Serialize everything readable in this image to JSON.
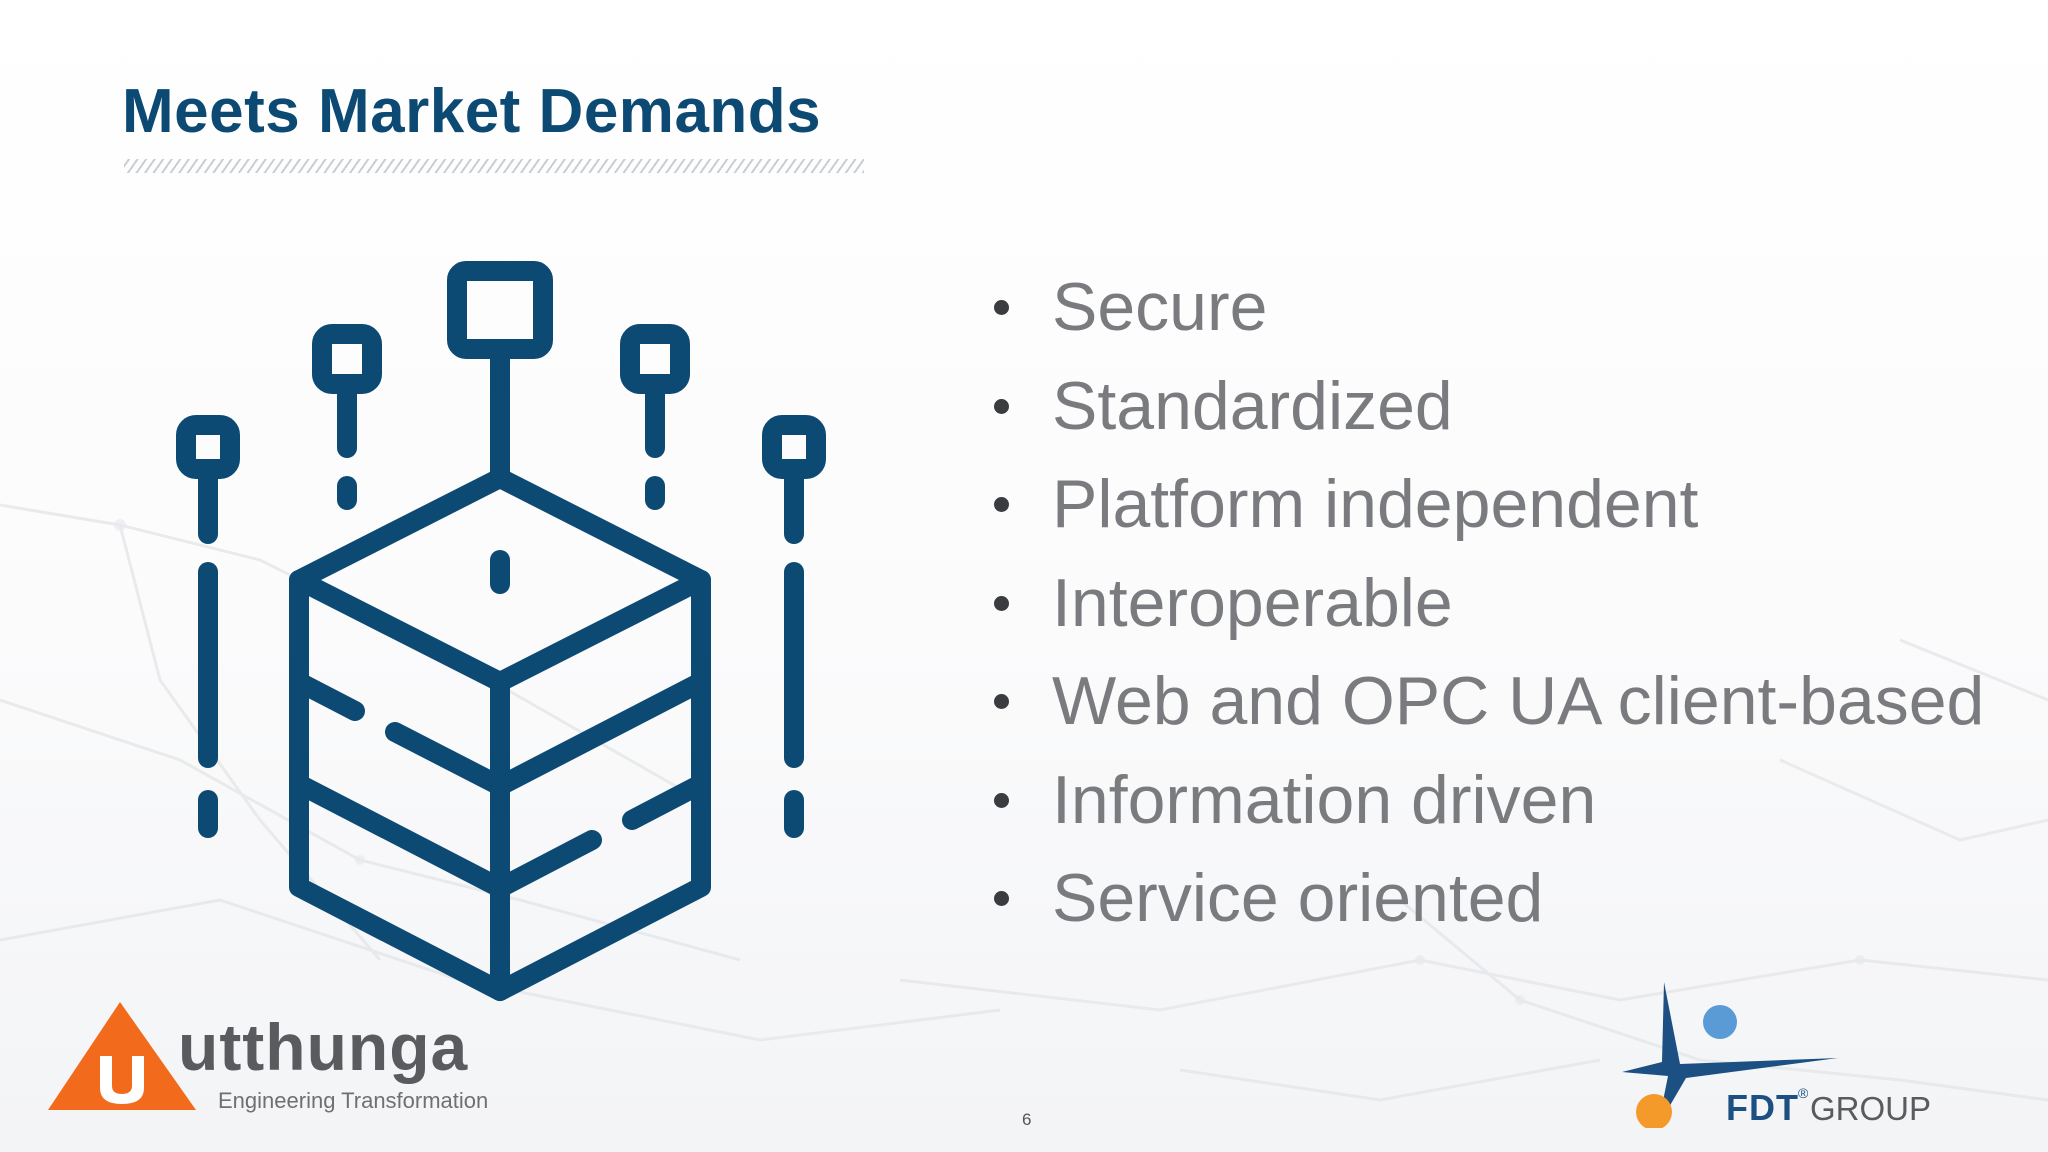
{
  "slide": {
    "title": "Meets Market Demands",
    "page_number": "6"
  },
  "bullets": [
    "Secure",
    "Standardized",
    "Platform independent",
    "Interoperable",
    "Web and OPC UA client-based",
    "Information driven",
    "Service oriented"
  ],
  "logos": {
    "left": {
      "brand": "utthunga",
      "tagline": "Engineering Transformation"
    },
    "right": {
      "brand": "FDT",
      "registered": "®",
      "suffix": "GROUP"
    }
  },
  "colors": {
    "title": "#0d4a73",
    "icon": "#0d4a73",
    "bullet_text": "#7a7b7e",
    "utthunga_orange": "#f26b1d",
    "fdt_blue": "#1c4f82"
  },
  "icons": {
    "illustration": "stacked-cube-network-icon"
  }
}
